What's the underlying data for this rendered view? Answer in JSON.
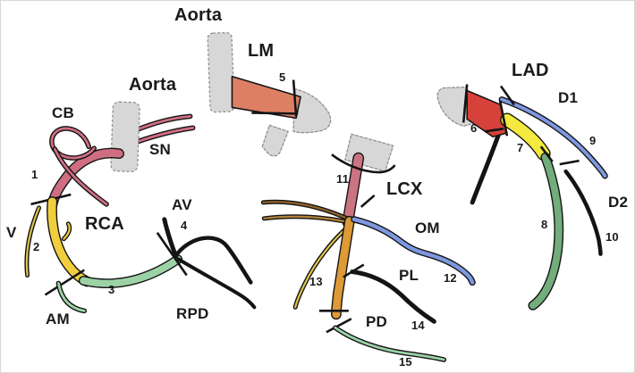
{
  "labels": {
    "aorta_center": "Aorta",
    "aorta_left": "Aorta",
    "lm": "LM",
    "cb": "CB",
    "sn": "SN",
    "rca": "RCA",
    "v": "V",
    "am": "AM",
    "av": "AV",
    "rpd": "RPD",
    "lcx": "LCX",
    "om": "OM",
    "pl": "PL",
    "pd": "PD",
    "lad": "LAD",
    "d1": "D1",
    "d2": "D2"
  },
  "segments": {
    "s1": "1",
    "s2": "2",
    "s3": "3",
    "s4": "4",
    "s5": "5",
    "s6": "6",
    "s7": "7",
    "s8": "8",
    "s9": "9",
    "s10": "10",
    "s11": "11",
    "s12": "12",
    "s13": "13",
    "s14": "14",
    "s15": "15"
  },
  "colors": {
    "aorta_fill": "#d7d7d7",
    "aorta_border": "#8f8f8f",
    "black_vessel": "#141414",
    "rca_pink": "#cf6e82",
    "yellow": "#f1ce3e",
    "thin_yellow": "#dcc44a",
    "light_green": "#9bd3a6",
    "mid_green": "#72ad7b",
    "lm_salmon": "#dd7f63",
    "lcx_pink": "#cc7382",
    "orange": "#dd9a37",
    "brown_dark": "#91622a",
    "brown_light": "#b5823a",
    "blue": "#7d98e0",
    "lad_red": "#d6423a",
    "bright_yellow": "#f3e93f"
  }
}
